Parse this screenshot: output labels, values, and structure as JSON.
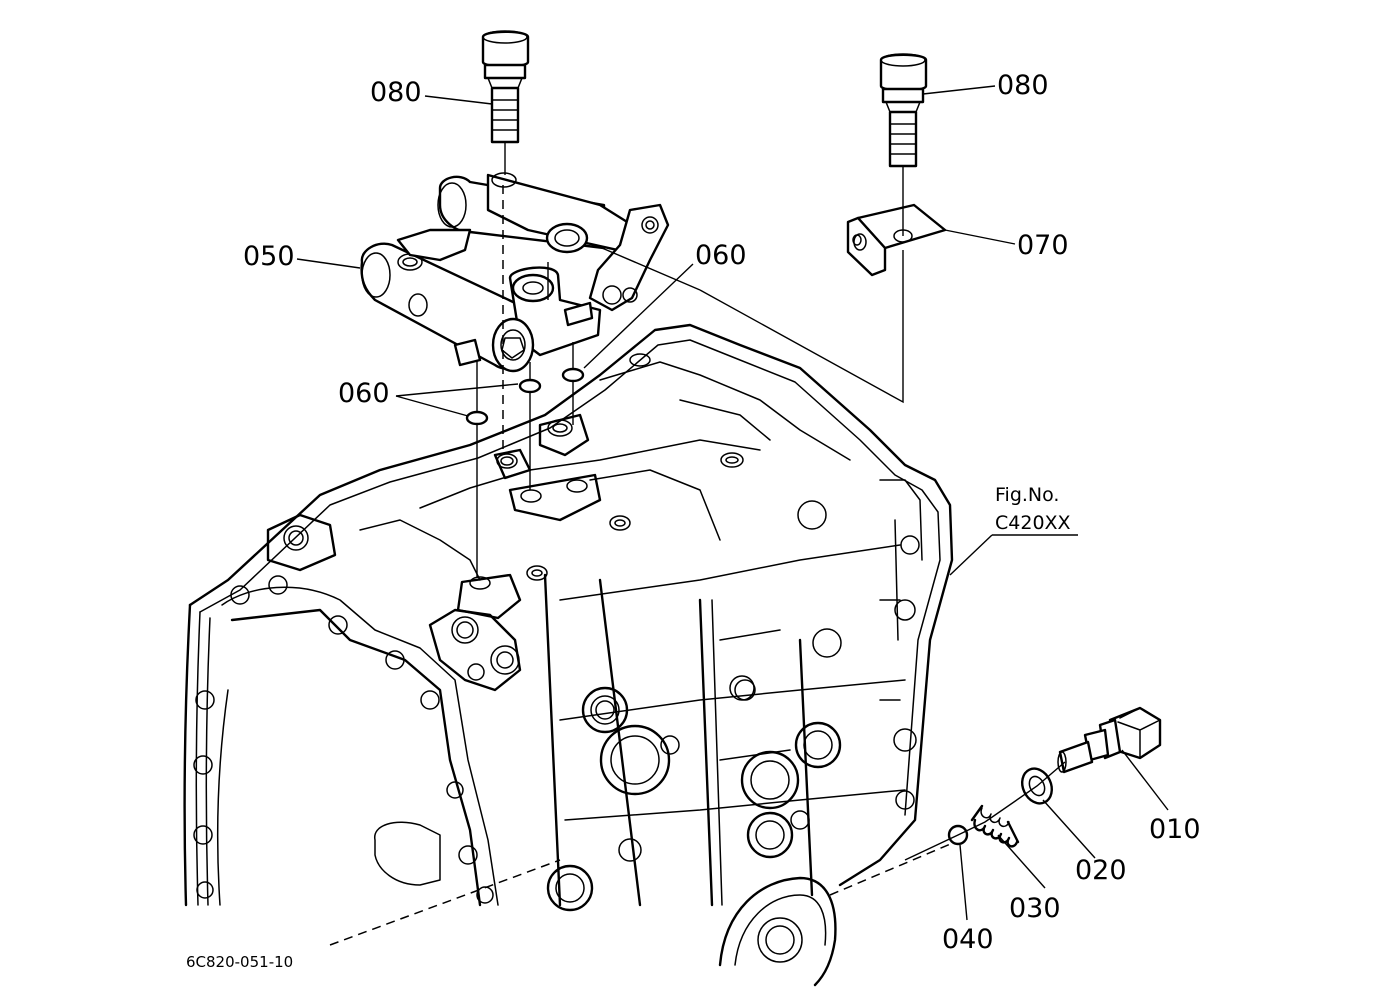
{
  "callouts": {
    "p080_left": "080",
    "p080_right": "080",
    "p070": "070",
    "p050": "050",
    "p060_upper": "060",
    "p060_lower": "060",
    "p010": "010",
    "p020": "020",
    "p030": "030",
    "p040": "040"
  },
  "figure_ref": {
    "line1": "Fig.No.",
    "line2": "C420XX"
  },
  "drawing_number": "6C820-051-10"
}
